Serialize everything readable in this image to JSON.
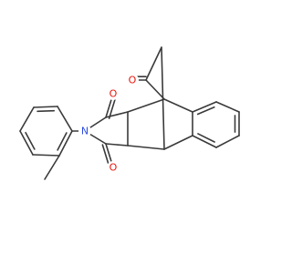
{
  "molecule": {
    "colors": {
      "bond": "#3a3a3a",
      "oxygen": "#e8160c",
      "nitrogen": "#2c4ce0",
      "background": "#ffffff"
    },
    "atom_labels": [
      {
        "id": "o-ketone",
        "text": "O",
        "element": "oxygen"
      },
      {
        "id": "o-imide-top",
        "text": "O",
        "element": "oxygen"
      },
      {
        "id": "n-imide",
        "text": "N",
        "element": "nitrogen"
      },
      {
        "id": "o-imide-bottom",
        "text": "O",
        "element": "oxygen"
      }
    ]
  }
}
